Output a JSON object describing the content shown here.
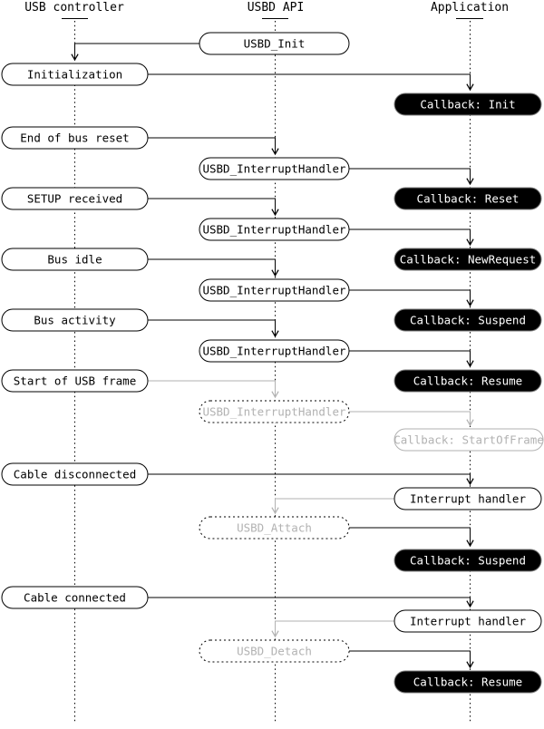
{
  "diagram": {
    "title_implied": "USB device stack event flow",
    "lanes": {
      "controller": "USB controller",
      "api": "USBD API",
      "app": "Application"
    },
    "boxes": {
      "usbd_init": "USBD_Init",
      "initialization": "Initialization",
      "cb_init": "Callback: Init",
      "end_of_bus_reset": "End of bus reset",
      "usbd_interrupt_handler": "USBD_InterruptHandler",
      "setup_received": "SETUP received",
      "cb_reset": "Callback: Reset",
      "bus_idle": "Bus idle",
      "cb_new_request": "Callback: NewRequest",
      "bus_activity": "Bus activity",
      "cb_suspend": "Callback: Suspend",
      "start_of_usb_frame": "Start of USB frame",
      "cb_resume": "Callback: Resume",
      "cb_start_of_frame": "Callback: StartOfFrame",
      "cable_disconnected": "Cable disconnected",
      "interrupt_handler": "Interrupt handler",
      "usbd_attach": "USBD_Attach",
      "cable_connected": "Cable connected",
      "usbd_detach": "USBD_Detach"
    },
    "colors": {
      "foreground": "#000000",
      "background": "#ffffff",
      "inactive_gray": "#b2b2b2",
      "callback_fill": "#000000",
      "callback_text": "#ffffff"
    }
  }
}
